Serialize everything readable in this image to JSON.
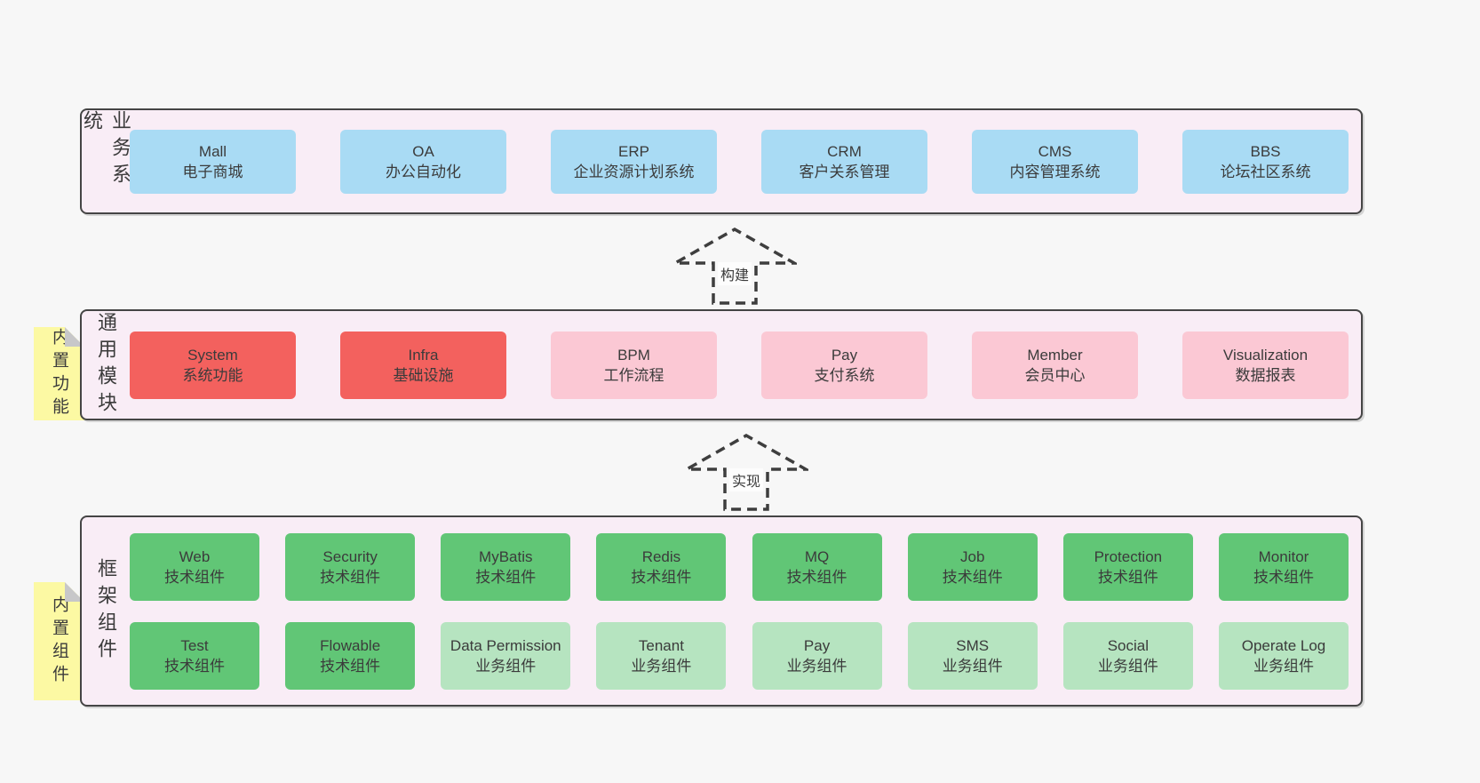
{
  "page": {
    "background": "#f7f7f7"
  },
  "colors": {
    "layer_background": "#f9edf6",
    "layer_border": "#454545",
    "box_blue": "#a9dbf4",
    "box_red": "#f3615e",
    "box_pink": "#fbc8d4",
    "box_green": "#61c676",
    "box_light_green": "#b6e4c0",
    "sticky_yellow": "#fcf9a3",
    "sticky_fold_gray": "#c7c7c9",
    "text": "#3b3b3b",
    "arrow_dash": "#3e3e3e"
  },
  "stickies": [
    {
      "text": "内置功能"
    },
    {
      "text": "内置组件"
    }
  ],
  "arrows": [
    {
      "label": "构建"
    },
    {
      "label": "实现"
    }
  ],
  "layers": [
    {
      "label": "业务系统",
      "boxes": [
        {
          "en": "Mall",
          "zh": "电子商城",
          "variant": "blue"
        },
        {
          "en": "OA",
          "zh": "办公自动化",
          "variant": "blue"
        },
        {
          "en": "ERP",
          "zh": "企业资源计划系统",
          "variant": "blue"
        },
        {
          "en": "CRM",
          "zh": "客户关系管理",
          "variant": "blue"
        },
        {
          "en": "CMS",
          "zh": "内容管理系统",
          "variant": "blue"
        },
        {
          "en": "BBS",
          "zh": "论坛社区系统",
          "variant": "blue"
        }
      ]
    },
    {
      "label": "通用模块",
      "sticky": "内置功能",
      "boxes": [
        {
          "en": "System",
          "zh": "系统功能",
          "variant": "red"
        },
        {
          "en": "Infra",
          "zh": "基础设施",
          "variant": "red"
        },
        {
          "en": "BPM",
          "zh": "工作流程",
          "variant": "pink"
        },
        {
          "en": "Pay",
          "zh": "支付系统",
          "variant": "pink"
        },
        {
          "en": "Member",
          "zh": "会员中心",
          "variant": "pink"
        },
        {
          "en": "Visualization",
          "zh": "数据报表",
          "variant": "pink"
        }
      ]
    },
    {
      "label": "框架组件",
      "sticky": "内置组件",
      "rows": [
        [
          {
            "en": "Web",
            "zh": "技术组件",
            "variant": "green"
          },
          {
            "en": "Security",
            "zh": "技术组件",
            "variant": "green"
          },
          {
            "en": "MyBatis",
            "zh": "技术组件",
            "variant": "green"
          },
          {
            "en": "Redis",
            "zh": "技术组件",
            "variant": "green"
          },
          {
            "en": "MQ",
            "zh": "技术组件",
            "variant": "green"
          },
          {
            "en": "Job",
            "zh": "技术组件",
            "variant": "green"
          },
          {
            "en": "Protection",
            "zh": "技术组件",
            "variant": "green"
          },
          {
            "en": "Monitor",
            "zh": "技术组件",
            "variant": "green"
          }
        ],
        [
          {
            "en": "Test",
            "zh": "技术组件",
            "variant": "green"
          },
          {
            "en": "Flowable",
            "zh": "技术组件",
            "variant": "green"
          },
          {
            "en": "Data Permission",
            "zh": "业务组件",
            "variant": "light_green"
          },
          {
            "en": "Tenant",
            "zh": "业务组件",
            "variant": "light_green"
          },
          {
            "en": "Pay",
            "zh": "业务组件",
            "variant": "light_green"
          },
          {
            "en": "SMS",
            "zh": "业务组件",
            "variant": "light_green"
          },
          {
            "en": "Social",
            "zh": "业务组件",
            "variant": "light_green"
          },
          {
            "en": "Operate Log",
            "zh": "业务组件",
            "variant": "light_green"
          }
        ]
      ]
    }
  ]
}
